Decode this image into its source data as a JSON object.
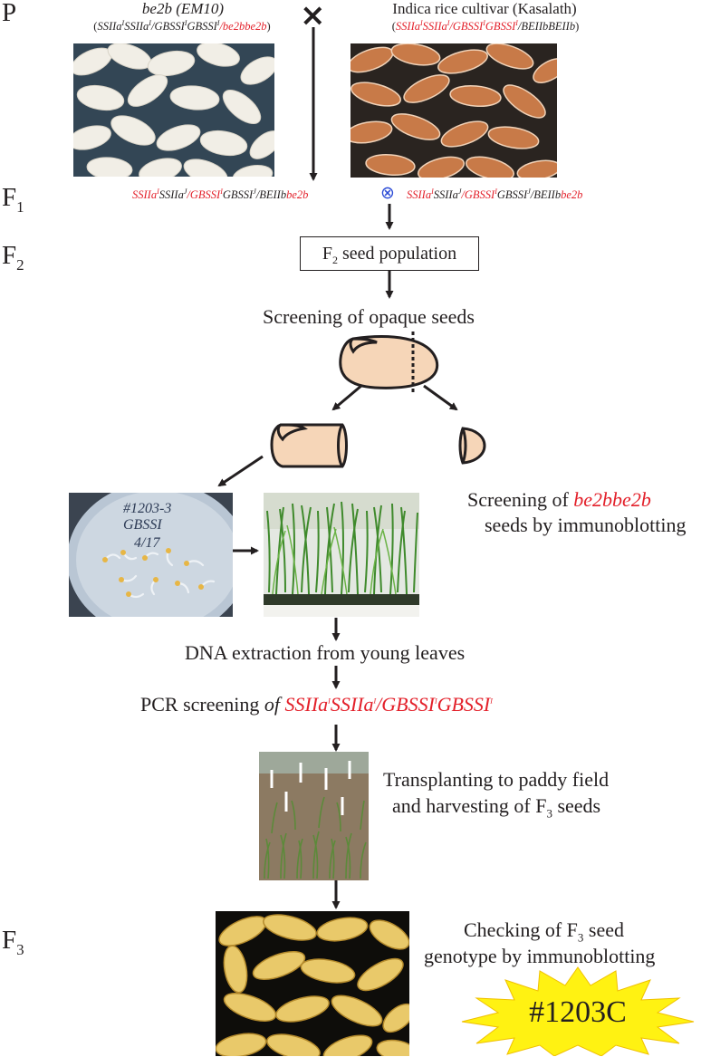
{
  "generations": {
    "p": "P",
    "f1": {
      "main": "F",
      "sub": "1"
    },
    "f2": {
      "main": "F",
      "sub": "2"
    },
    "f3": {
      "main": "F",
      "sub": "3"
    }
  },
  "parents": {
    "left": {
      "name_italic": "be2b",
      "name_paren": "(EM10)",
      "genotype": [
        {
          "t": "SSIIa",
          "c": "blk"
        },
        {
          "t": "I",
          "c": "blk",
          "sup": true
        },
        {
          "t": "SSIIa",
          "c": "blk"
        },
        {
          "t": "I",
          "c": "blk",
          "sup": true
        },
        {
          "t": "/GBSSI",
          "c": "blk"
        },
        {
          "t": "I",
          "c": "blk",
          "sup": true
        },
        {
          "t": "GBSSI",
          "c": "blk"
        },
        {
          "t": "I",
          "c": "blk",
          "sup": true
        },
        {
          "t": "/be2bbe2b",
          "c": "red"
        }
      ]
    },
    "right": {
      "name": "Indica rice cultivar (Kasalath)",
      "genotype": [
        {
          "t": "SSIIa",
          "c": "red"
        },
        {
          "t": "I",
          "c": "red",
          "sup": true
        },
        {
          "t": "SSIIa",
          "c": "red"
        },
        {
          "t": "I",
          "c": "red",
          "sup": true
        },
        {
          "t": "/GBSSI",
          "c": "red"
        },
        {
          "t": "I",
          "c": "red",
          "sup": true
        },
        {
          "t": "GBSSI",
          "c": "red"
        },
        {
          "t": "I",
          "c": "red",
          "sup": true
        },
        {
          "t": "/BEIIbBEIIb",
          "c": "blk"
        }
      ]
    },
    "cross_symbol": "×"
  },
  "f1_genotypes": {
    "left": [
      {
        "t": "SSIIa",
        "c": "red"
      },
      {
        "t": "I",
        "c": "red",
        "sup": true
      },
      {
        "t": "SSIIa",
        "c": "blk"
      },
      {
        "t": "J",
        "c": "blk",
        "sup": true
      },
      {
        "t": "/GBSSI",
        "c": "red"
      },
      {
        "t": "I",
        "c": "red",
        "sup": true
      },
      {
        "t": "GBSSI",
        "c": "blk"
      },
      {
        "t": "J",
        "c": "blk",
        "sup": true
      },
      {
        "t": "/BEIIb",
        "c": "blk"
      },
      {
        "t": "be2b",
        "c": "red"
      }
    ],
    "right": [
      {
        "t": "SSIIa",
        "c": "red"
      },
      {
        "t": "I",
        "c": "red",
        "sup": true
      },
      {
        "t": "SSIIa",
        "c": "blk"
      },
      {
        "t": "J",
        "c": "blk",
        "sup": true
      },
      {
        "t": "/GBSSI",
        "c": "red"
      },
      {
        "t": "I",
        "c": "red",
        "sup": true
      },
      {
        "t": "GBSSI",
        "c": "blk"
      },
      {
        "t": "J",
        "c": "blk",
        "sup": true
      },
      {
        "t": "/BEIIb",
        "c": "blk"
      },
      {
        "t": "be2b",
        "c": "red"
      }
    ],
    "self_symbol": "⊗"
  },
  "steps": {
    "f2_box": {
      "pre": "F",
      "sub": "2",
      "post": " seed population"
    },
    "screening_opaque": "Screening of opaque seeds",
    "immunoblot_line1_pre": "Screening of ",
    "immunoblot_line1_red": "be2bbe2b",
    "immunoblot_line2": "seeds by immunoblotting",
    "dna_extraction": "DNA extraction from young leaves",
    "pcr_pre": "PCR screening ",
    "pcr_of": "of ",
    "pcr_genotype": [
      {
        "t": "SSIIa",
        "c": "red"
      },
      {
        "t": "I",
        "c": "red",
        "sup": true
      },
      {
        "t": "SSIIa",
        "c": "red"
      },
      {
        "t": "I",
        "c": "red",
        "sup": true
      },
      {
        "t": "/GBSSI",
        "c": "red"
      },
      {
        "t": "I",
        "c": "red",
        "sup": true
      },
      {
        "t": "GBSSI",
        "c": "red"
      },
      {
        "t": "I",
        "c": "red",
        "sup": true
      }
    ],
    "transplant_line1": "Transplanting to paddy field",
    "transplant_line2_pre": "and harvesting of F",
    "transplant_line2_sub": "3",
    "transplant_line2_post": " seeds",
    "checking_line1_pre": "Checking of F",
    "checking_line1_sub": "3",
    "checking_line1_post": " seed",
    "checking_line2": "genotype by immunoblotting",
    "result_label": "#1203C"
  },
  "dish_handwriting": {
    "line1": "#1203-3",
    "line2": "GBSSI",
    "line3": "4/17"
  },
  "colors": {
    "red": "#e3202a",
    "blue_symbol": "#2b4bd6",
    "seed_fill": "#f6d6b8",
    "star_fill": "#fff212",
    "arrow": "#231f20"
  }
}
